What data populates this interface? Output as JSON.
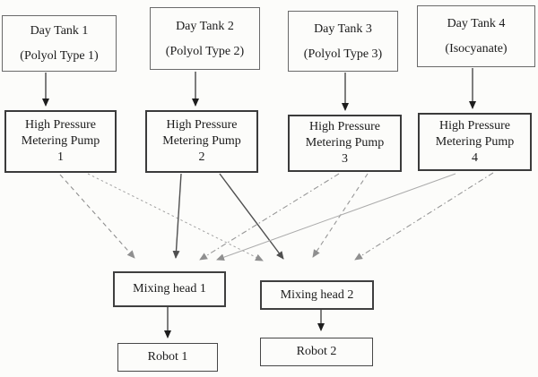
{
  "diagram": {
    "type": "process-flow-diagram",
    "nodes": {
      "day_tank_1": {
        "lines": [
          "Day Tank 1",
          "(Polyol Type 1)"
        ]
      },
      "day_tank_2": {
        "lines": [
          "Day Tank 2",
          "(Polyol Type 2)"
        ]
      },
      "day_tank_3": {
        "lines": [
          "Day Tank 3",
          "(Polyol Type 3)"
        ]
      },
      "day_tank_4": {
        "lines": [
          "Day Tank 4",
          "(Isocyanate)"
        ]
      },
      "pump_1": {
        "lines": [
          "High Pressure",
          "Metering Pump",
          "1"
        ]
      },
      "pump_2": {
        "lines": [
          "High Pressure",
          "Metering Pump",
          "2"
        ]
      },
      "pump_3": {
        "lines": [
          "High Pressure",
          "Metering Pump",
          "3"
        ]
      },
      "pump_4": {
        "lines": [
          "High Pressure",
          "Metering Pump",
          "4"
        ]
      },
      "mixing_head_1": {
        "label": "Mixing head 1"
      },
      "mixing_head_2": {
        "label": "Mixing head 2"
      },
      "robot_1": {
        "label": "Robot 1"
      },
      "robot_2": {
        "label": "Robot 2"
      }
    },
    "connections": [
      {
        "from": "Day Tank 1",
        "to": "High Pressure Metering Pump 1",
        "style": "solid-black-arrow"
      },
      {
        "from": "Day Tank 2",
        "to": "High Pressure Metering Pump 2",
        "style": "solid-black-arrow"
      },
      {
        "from": "Day Tank 3",
        "to": "High Pressure Metering Pump 3",
        "style": "solid-black-arrow"
      },
      {
        "from": "Day Tank 4",
        "to": "High Pressure Metering Pump 4",
        "style": "solid-black-arrow"
      },
      {
        "from": "High Pressure Metering Pump 1",
        "to": "Mixing head 1",
        "style": "dashed-gray-arrow"
      },
      {
        "from": "High Pressure Metering Pump 1",
        "to": "Mixing head 2",
        "style": "dotted-gray-arrow"
      },
      {
        "from": "High Pressure Metering Pump 2",
        "to": "Mixing head 1",
        "style": "solid-dark-arrow"
      },
      {
        "from": "High Pressure Metering Pump 2",
        "to": "Mixing head 2",
        "style": "solid-dark-arrow"
      },
      {
        "from": "High Pressure Metering Pump 3",
        "to": "Mixing head 1",
        "style": "dashdot-gray-arrow"
      },
      {
        "from": "High Pressure Metering Pump 3",
        "to": "Mixing head 2",
        "style": "dashed-gray-arrow"
      },
      {
        "from": "High Pressure Metering Pump 4",
        "to": "Mixing head 1",
        "style": "solid-lightgray-arrow"
      },
      {
        "from": "High Pressure Metering Pump 4",
        "to": "Mixing head 2",
        "style": "dashdot-gray-arrow"
      },
      {
        "from": "Mixing head 1",
        "to": "Robot 1",
        "style": "solid-black-arrow"
      },
      {
        "from": "Mixing head 2",
        "to": "Robot 2",
        "style": "solid-black-arrow"
      }
    ],
    "colors": {
      "background": "#fcfcfa",
      "box_border_thin": "#6a6a6a",
      "box_border_thick": "#3b3b3b",
      "line_black": "#222222",
      "line_dark": "#4f4f4f",
      "line_gray": "#979797",
      "line_lightgray": "#a8a8a8",
      "text": "#1b1b1b"
    }
  }
}
